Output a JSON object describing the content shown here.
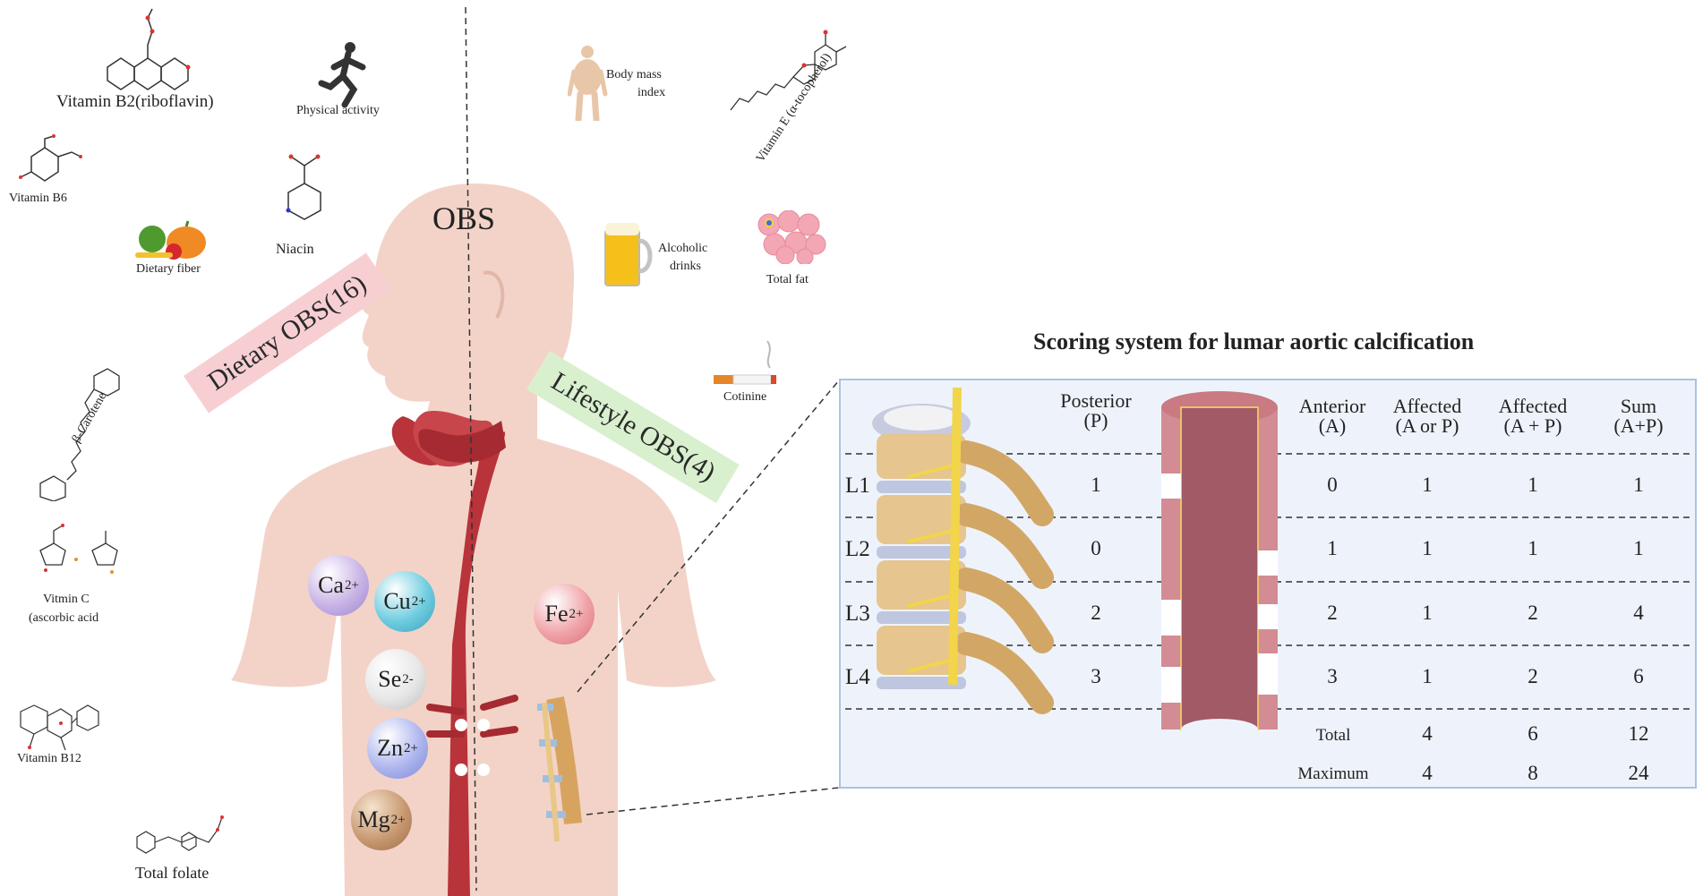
{
  "center": {
    "obs": "OBS",
    "dietary_band": "Dietary OBS(16)",
    "lifestyle_band": "Lifestyle OBS(4)"
  },
  "left_factors": {
    "vitamin_b2": "Vitamin B2(riboflavin)",
    "vitamin_b6": "Vitamin B6",
    "dietary_fiber": "Dietary fiber",
    "niacin": "Niacin",
    "beta_carotene": "β-Carotene",
    "vitamin_c_line1": "Vitmin C",
    "vitamin_c_line2": "(ascorbic acid",
    "vitamin_b12": "Vitamin B12",
    "total_folate": "Total folate",
    "physical_activity": "Physical activity"
  },
  "right_factors": {
    "bmi_line1": "Body mass",
    "bmi_line2": "index",
    "vitamin_e": "Vitamin E (α-tocopherol)",
    "alcohol_line1": "Alcoholic",
    "alcohol_line2": "drinks",
    "total_fat": "Total  fat",
    "cotinine": "Cotinine"
  },
  "ions": {
    "ca": {
      "symbol": "Ca",
      "charge": "2+"
    },
    "cu": {
      "symbol": "Cu",
      "charge": "2+"
    },
    "se": {
      "symbol": "Se",
      "charge": "2-"
    },
    "zn": {
      "symbol": "Zn",
      "charge": "2+"
    },
    "mg": {
      "symbol": "Mg",
      "charge": "2+"
    },
    "fe": {
      "symbol": "Fe",
      "charge": "2+"
    }
  },
  "scoring": {
    "title": "Scoring system for lumar aortic calcification",
    "headers": {
      "posterior_1": "Posterior",
      "posterior_2": "(P)",
      "anterior_1": "Anterior",
      "anterior_2": "(A)",
      "aff_or_1": "Affected",
      "aff_or_2": "(A or P)",
      "aff_plus_1": "Affected",
      "aff_plus_2": "(A + P)",
      "sum_1": "Sum",
      "sum_2": "(A+P)"
    },
    "rows": [
      {
        "level": "L1",
        "posterior": "1",
        "anterior": "0",
        "affected_or": "1",
        "affected_plus": "1",
        "sum": "1"
      },
      {
        "level": "L2",
        "posterior": "0",
        "anterior": "1",
        "affected_or": "1",
        "affected_plus": "1",
        "sum": "1"
      },
      {
        "level": "L3",
        "posterior": "2",
        "anterior": "2",
        "affected_or": "1",
        "affected_plus": "2",
        "sum": "4"
      },
      {
        "level": "L4",
        "posterior": "3",
        "anterior": "3",
        "affected_or": "1",
        "affected_plus": "2",
        "sum": "6"
      }
    ],
    "total": {
      "label": "Total",
      "affected_or": "4",
      "affected_plus": "6",
      "sum": "12"
    },
    "maximum": {
      "label": "Maximum",
      "affected_or": "4",
      "affected_plus": "8",
      "sum": "24"
    }
  },
  "colors": {
    "body": "#f3d3c8",
    "aorta": "#b8333a",
    "dietary_band": "#f7cfd3",
    "lifestyle_band": "#d9f0cf",
    "table_bg": "#eef3fb",
    "table_border": "#a9c4e0"
  }
}
